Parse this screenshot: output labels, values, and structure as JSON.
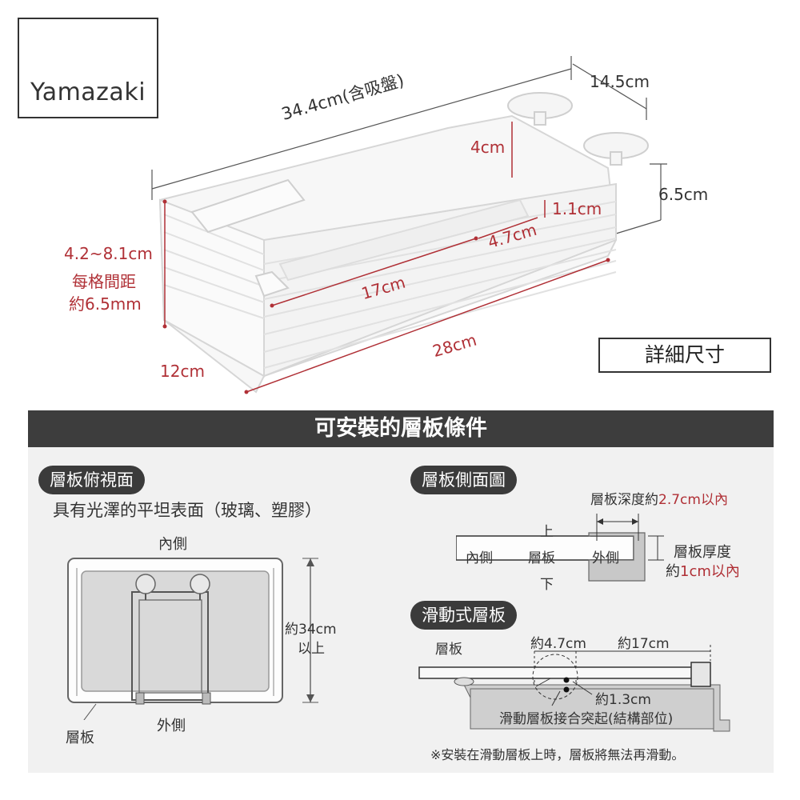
{
  "brand": "Yamazaki",
  "product_dims": {
    "length": "34.4cm(含吸盤)",
    "depth": "14.5cm",
    "suction_height": "4cm",
    "tray_height": "6.5cm",
    "slot_width": "1.1cm",
    "slot_len": "4.7cm",
    "inner_len": "17cm",
    "base_len": "28cm",
    "base_width": "12cm",
    "spacing_range": "4.2~8.1cm",
    "spacing_label": "每格間距",
    "spacing_value": "約6.5mm"
  },
  "detail_button": "詳細尺寸",
  "section_title": "可安裝的層板條件",
  "top_view": {
    "pill": "層板俯視面",
    "desc": "具有光澤的平坦表面（玻璃、塑膠）",
    "inner": "內側",
    "outer": "外側",
    "shelf": "層板",
    "depth_line1": "約34cm",
    "depth_line2": "以上"
  },
  "side_view": {
    "pill": "層板側面圖",
    "depth_prefix": "層板深度約",
    "depth_value": "2.7cm以內",
    "up": "上",
    "down": "下",
    "inner": "內側",
    "shelf": "層板",
    "outer": "外側",
    "thick_line1": "層板厚度",
    "thick_prefix": "約",
    "thick_value": "1cm以內"
  },
  "sliding": {
    "pill": "滑動式層板",
    "shelf": "層板",
    "w1": "約4.7cm",
    "w2": "約17cm",
    "h": "約1.3cm",
    "joint": "滑動層板接合突起(結構部位)",
    "note": "※安裝在滑動層板上時，層板將無法再滑動。"
  },
  "colors": {
    "accent_red": "#b03036",
    "dark": "#3d3d3d",
    "panel": "#f1f1f1"
  }
}
